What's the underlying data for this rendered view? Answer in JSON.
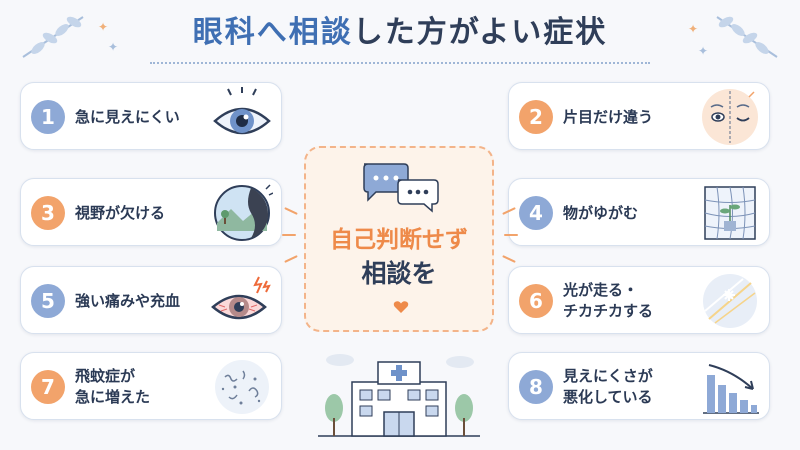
{
  "title": {
    "part1": "眼科へ相談",
    "part2": "した方がよい症状"
  },
  "center": {
    "line1": "自己判断せず",
    "line2": "相談を"
  },
  "items": [
    {
      "num": "1",
      "label": "急に見えにくい",
      "icon": "eye-icon"
    },
    {
      "num": "2",
      "label": "片目だけ違う",
      "icon": "face-one-eye-icon"
    },
    {
      "num": "3",
      "label": "視野が欠ける",
      "icon": "vision-loss-landscape-icon"
    },
    {
      "num": "4",
      "label": "物がゆがむ",
      "icon": "distorted-grid-icon"
    },
    {
      "num": "5",
      "label": "強い痛みや充血",
      "icon": "red-eye-icon"
    },
    {
      "num": "6",
      "label": "光が走る・\nチカチカする",
      "icon": "light-flash-icon"
    },
    {
      "num": "7",
      "label": "飛蚊症が\n急に増えた",
      "icon": "floaters-icon"
    },
    {
      "num": "8",
      "label": "見えにくさが\n悪化している",
      "icon": "declining-bar-chart-icon"
    }
  ],
  "colors": {
    "blue": "#3f6fb3",
    "orange": "#f2a36b",
    "num_blue": "#8ea9d6"
  }
}
